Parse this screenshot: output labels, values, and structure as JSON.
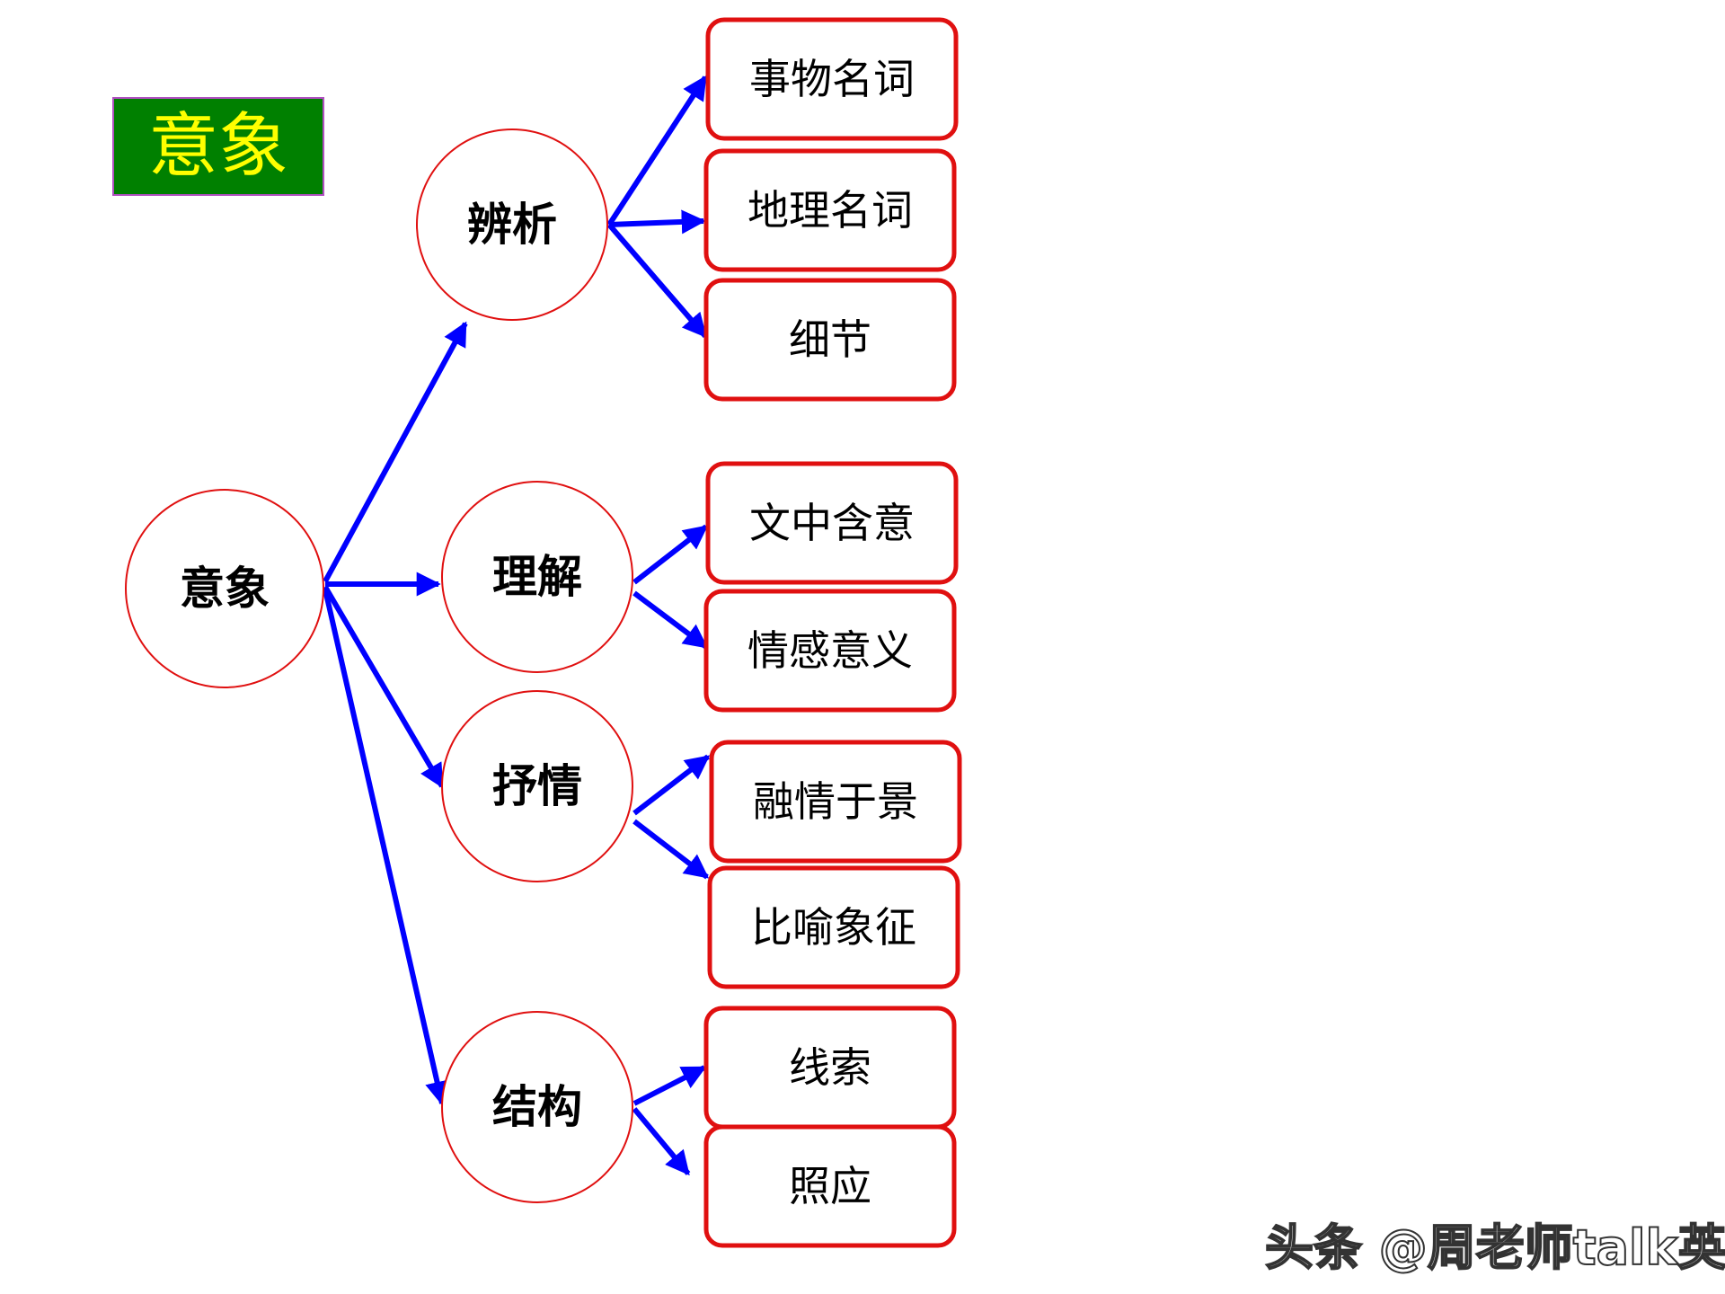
{
  "title_badge": "意象",
  "watermark": "头条 @周老师talk英文",
  "colors": {
    "title_bg": "#008000",
    "title_border": "#b050c0",
    "title_text": "#ffff00",
    "node_border": "#e01010",
    "arrow": "#0000ff",
    "text": "#000000"
  },
  "root": {
    "label": "意象"
  },
  "branches": [
    {
      "label": "辨析",
      "children": [
        "事物名词",
        "地理名词",
        "细节"
      ]
    },
    {
      "label": "理解",
      "children": [
        "文中含意",
        "情感意义"
      ]
    },
    {
      "label": "抒情",
      "children": [
        "融情于景",
        "比喻象征"
      ]
    },
    {
      "label": "结构",
      "children": [
        "线索",
        "照应"
      ]
    }
  ]
}
